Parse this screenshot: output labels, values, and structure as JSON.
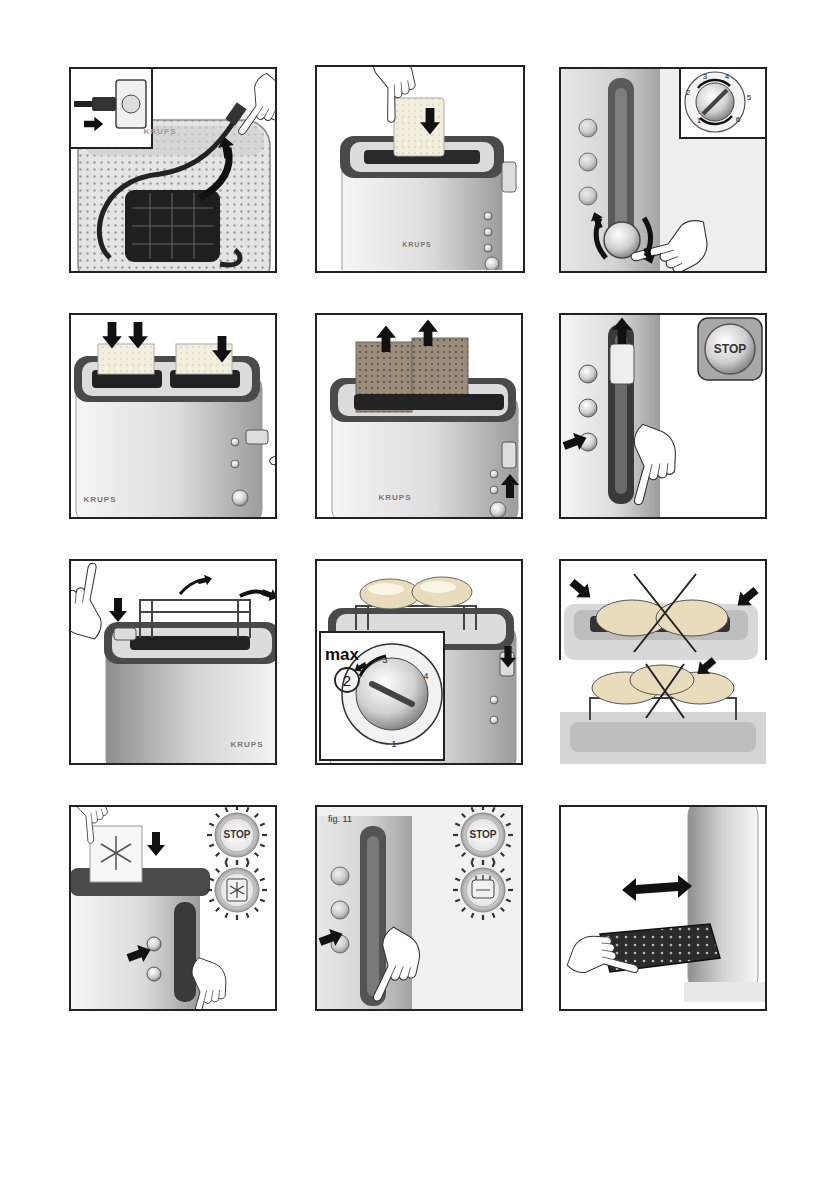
{
  "diagram": {
    "labels": [
      "KRUPS",
      "KRUPS",
      "3",
      "4",
      "2",
      "5",
      "1",
      "6",
      "KRUPS",
      "KRUPS",
      "STOP",
      "KRUPS",
      "max",
      "3",
      "4",
      "2",
      "1",
      "STOP",
      "fig. 11",
      "STOP"
    ]
  }
}
